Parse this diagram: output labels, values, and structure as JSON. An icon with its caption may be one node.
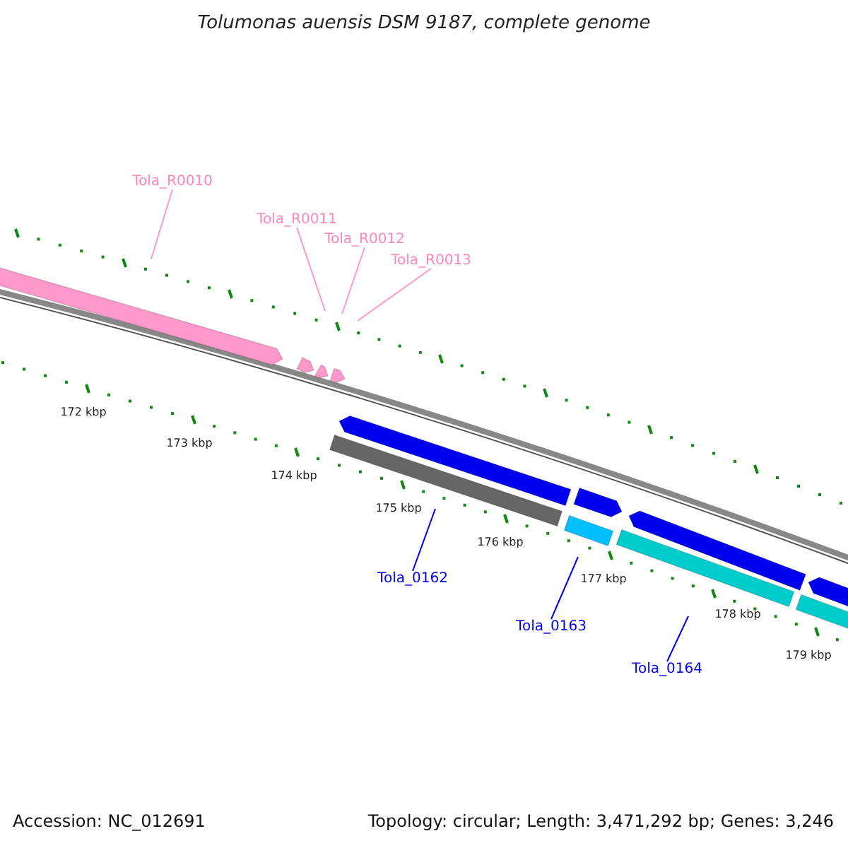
{
  "diagram": {
    "title": "Tolumonas auensis DSM 9187, complete genome",
    "nodes": [
      {
        "text": [
          "Tola_R0010"
        ]
      },
      {
        "text": [
          "Tola_R0011"
        ]
      },
      {
        "text": [
          "Tola_R0012"
        ]
      },
      {
        "text": [
          "Tola_R0013"
        ]
      },
      {
        "text": [
          "Tola_0162"
        ]
      },
      {
        "text": [
          "Tola_0163"
        ]
      },
      {
        "text": [
          "Tola_0164"
        ]
      }
    ],
    "edges": [
      {
        "from": 0,
        "to": null,
        "arrow": "none"
      },
      {
        "from": 1,
        "to": null,
        "arrow": "none"
      },
      {
        "from": 2,
        "to": null,
        "arrow": "none"
      },
      {
        "from": 3,
        "to": null,
        "arrow": "none"
      },
      {
        "from": 4,
        "to": null,
        "arrow": "none",
        "color": "#0000ee"
      },
      {
        "from": 5,
        "to": null,
        "arrow": "none",
        "color": "#0000ee"
      },
      {
        "from": 6,
        "to": null,
        "arrow": "none",
        "color": "#0000ee"
      }
    ],
    "labels": [
      "172 kbp",
      "173 kbp",
      "174 kbp",
      "175 kbp",
      "176 kbp",
      "177 kbp",
      "178 kbp",
      "179 kbp",
      "Accession: NC_012691",
      "Topology: circular; Length: 3,471,292 bp; Genes: 3,246"
    ]
  }
}
